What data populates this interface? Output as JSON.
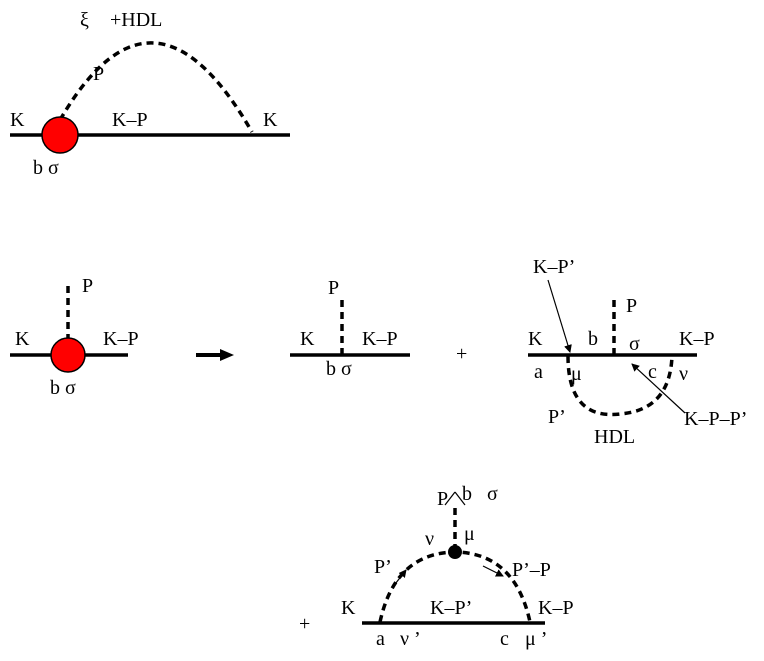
{
  "colors": {
    "ink": "#000000",
    "blob": "#ff0000",
    "background": "#ffffff"
  },
  "diagram_top": {
    "xi_label": "ξ",
    "hdl_label": "+HDL",
    "gluon_label": "P",
    "left_label": "K",
    "mid_label": "K–P",
    "right_label": "K",
    "vertex_label": "b σ"
  },
  "row2": {
    "lhs": {
      "gluon_label": "P",
      "left_label": "K",
      "right_label": "K–P",
      "vertex_label": "b σ"
    },
    "bare": {
      "gluon_label": "P",
      "left_label": "K",
      "right_label": "K–P",
      "vertex_label": "b σ"
    },
    "plus": "+",
    "loop": {
      "arrow_label_top": "K–P’",
      "left_label": "K",
      "b_label": "b",
      "gluon_label": "P",
      "sigma_label": "σ",
      "right_label": "K–P",
      "a_label": "a",
      "mu_label": "μ",
      "c_label": "c",
      "nu_label": "ν",
      "pprime_label": "P’",
      "hdl_label": "HDL",
      "arrow_label_right": "K–P–P’"
    }
  },
  "row3": {
    "plus": "+",
    "top_p": "P",
    "top_b": "b",
    "top_sigma": "σ",
    "nu_label": "ν",
    "mu_label": "μ",
    "pprime_label": "P’",
    "pprime_minus_p": "P’–P",
    "left_label": "K",
    "mid_label": "K–P’",
    "right_label": "K–P",
    "a_label": "a",
    "nuprime_label": "ν ’",
    "c_label": "c",
    "muprime_label": "μ ’"
  }
}
